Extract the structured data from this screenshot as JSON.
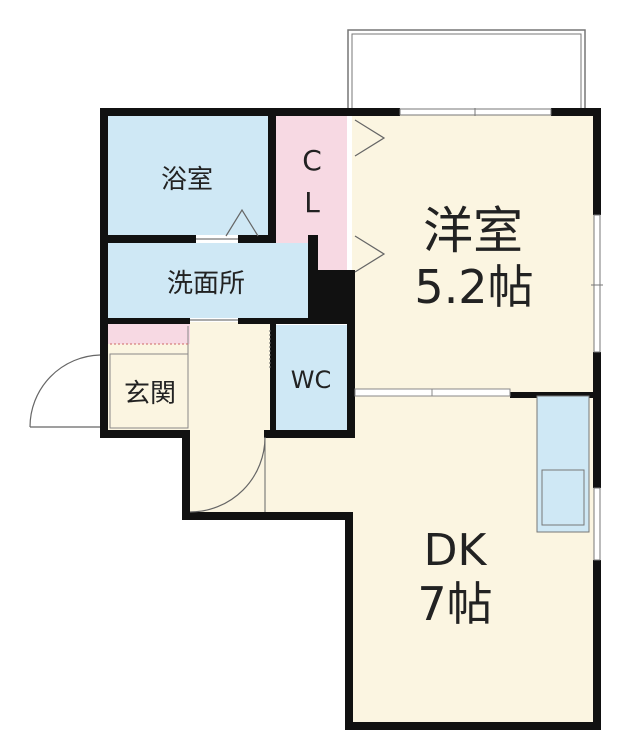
{
  "colors": {
    "wall": "#111111",
    "wet_area": "#cfe8f5",
    "closet": "#f7d9e3",
    "floor": "#fbf5e1",
    "outline": "#777777"
  },
  "rooms": {
    "bath": {
      "label": "浴室"
    },
    "closet": {
      "label_line1": "C",
      "label_line2": "L"
    },
    "western": {
      "label_line1": "洋室",
      "label_line2": "5.2帖"
    },
    "washroom": {
      "label": "洗面所"
    },
    "entrance": {
      "label": "玄関"
    },
    "wc": {
      "label": "WC"
    },
    "dk": {
      "label_line1": "DK",
      "label_line2": "7帖"
    }
  }
}
